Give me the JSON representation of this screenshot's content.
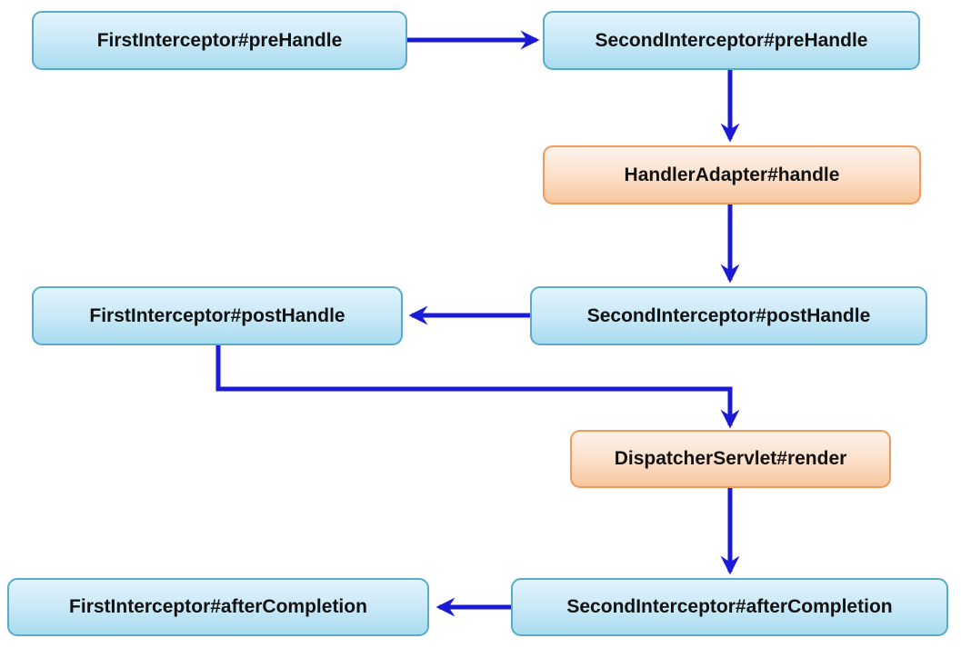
{
  "nodes": [
    {
      "id": "first-prehandle",
      "label": "FirstInterceptor#preHandle",
      "kind": "interceptor"
    },
    {
      "id": "second-prehandle",
      "label": "SecondInterceptor#preHandle",
      "kind": "interceptor"
    },
    {
      "id": "handleradapter-handle",
      "label": "HandlerAdapter#handle",
      "kind": "handler"
    },
    {
      "id": "second-posthandle",
      "label": "SecondInterceptor#postHandle",
      "kind": "interceptor"
    },
    {
      "id": "first-posthandle",
      "label": "FirstInterceptor#postHandle",
      "kind": "interceptor"
    },
    {
      "id": "dispatcherservlet-render",
      "label": "DispatcherServlet#render",
      "kind": "handler"
    },
    {
      "id": "second-aftercompletion",
      "label": "SecondInterceptor#afterCompletion",
      "kind": "interceptor"
    },
    {
      "id": "first-aftercompletion",
      "label": "FirstInterceptor#afterCompletion",
      "kind": "interceptor"
    }
  ],
  "edges": [
    {
      "from": "FirstInterceptor#preHandle",
      "to": "SecondInterceptor#preHandle",
      "direction": "right"
    },
    {
      "from": "SecondInterceptor#preHandle",
      "to": "HandlerAdapter#handle",
      "direction": "down"
    },
    {
      "from": "HandlerAdapter#handle",
      "to": "SecondInterceptor#postHandle",
      "direction": "down"
    },
    {
      "from": "SecondInterceptor#postHandle",
      "to": "FirstInterceptor#postHandle",
      "direction": "left"
    },
    {
      "from": "FirstInterceptor#postHandle",
      "to": "DispatcherServlet#render",
      "direction": "elbow-down-right-down"
    },
    {
      "from": "DispatcherServlet#render",
      "to": "SecondInterceptor#afterCompletion",
      "direction": "down"
    },
    {
      "from": "SecondInterceptor#afterCompletion",
      "to": "FirstInterceptor#afterCompletion",
      "direction": "left"
    }
  ],
  "colors": {
    "background": "#ffffff",
    "arrow": "#1b1bd6",
    "interceptor_fill_top": "#e0f4fc",
    "interceptor_fill_bottom": "#a8dcf0",
    "interceptor_border": "#58abc9",
    "handler_fill_top": "#fdf2ea",
    "handler_fill_bottom": "#f9c79e",
    "handler_border": "#f09a5b",
    "text": "#121212"
  }
}
